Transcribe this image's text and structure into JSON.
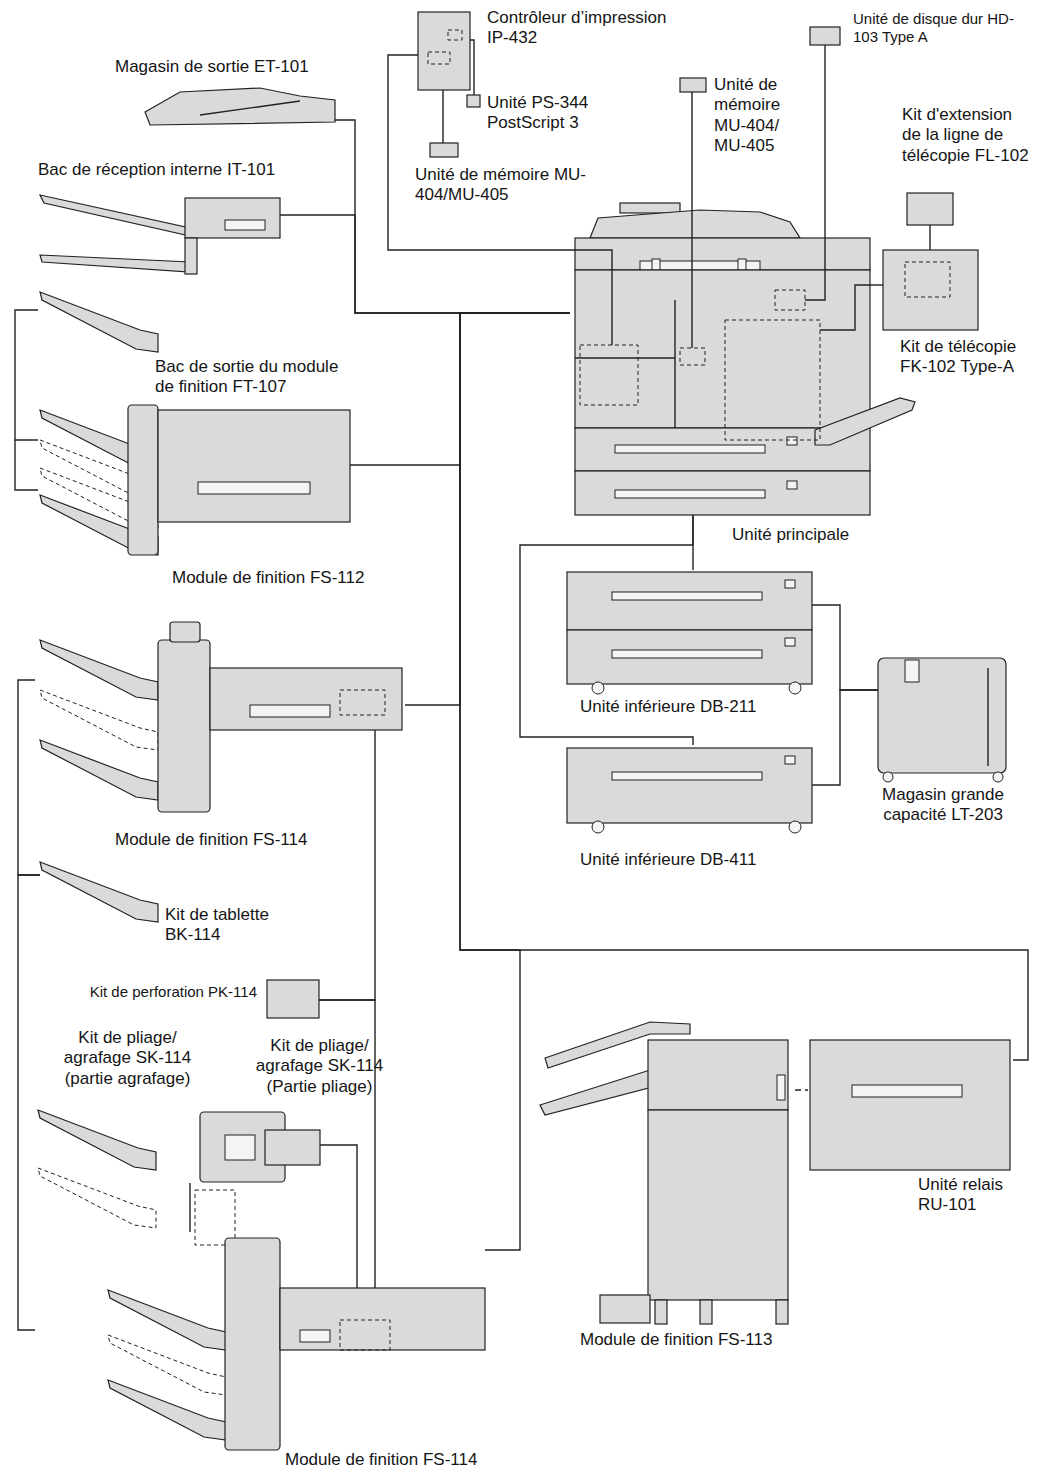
{
  "diagram": {
    "nodes": [
      {
        "text": [
          "Contrôleur d’impression IP-432"
        ]
      },
      {
        "text": [
          "Unité PS-344 PostScript 3"
        ]
      },
      {
        "text": [
          "Unité de mémoire MU-404/MU-405"
        ]
      },
      {
        "text": [
          "Unité de disque dur HD-103 Type A"
        ]
      },
      {
        "text": [
          "Magasin de sortie ET-101"
        ]
      },
      {
        "text": [
          "Unité de mémoire MU-404/ MU-405"
        ]
      },
      {
        "text": [
          "Kit d'extension de la ligne de télécopie FL-102"
        ]
      },
      {
        "text": [
          "Bac de réception interne IT-101"
        ]
      },
      {
        "text": [
          "Kit de télécopie FK-102 Type-A"
        ]
      },
      {
        "text": [
          "Unité principale"
        ]
      },
      {
        "text": [
          "Bac de sortie du module de finition FT-107"
        ]
      },
      {
        "text": [
          "Module de finition FS-112"
        ]
      },
      {
        "text": [
          "Unité inférieure DB-211"
        ]
      },
      {
        "text": [
          "Magasin grande capacité LT-203"
        ]
      },
      {
        "text": [
          "Unité inférieure DB-411"
        ]
      },
      {
        "text": [
          "Module de finition FS-114"
        ]
      },
      {
        "text": [
          "Kit de tablette BK-114"
        ]
      },
      {
        "text": [
          "Kit de perforation PK-114"
        ]
      },
      {
        "text": [
          "Kit de pliage/ agrafage SK-114 (partie agrafage)"
        ]
      },
      {
        "text": [
          "Kit de pliage/ agrafage SK-114 (Partie pliage)"
        ]
      },
      {
        "text": [
          "Unité relais RU-101"
        ]
      },
      {
        "text": [
          "Module de finition FS-113"
        ]
      },
      {
        "text": [
          "Module de finition FS-114"
        ]
      }
    ],
    "edges": [
      {
        "from": 0,
        "to": 9,
        "arrow": "none"
      },
      {
        "from": 1,
        "to": 0,
        "arrow": "none"
      },
      {
        "from": 2,
        "to": 0,
        "arrow": "none"
      },
      {
        "from": 3,
        "to": 9,
        "arrow": "none"
      },
      {
        "from": 4,
        "to": 9,
        "arrow": "none"
      },
      {
        "from": 5,
        "to": 9,
        "arrow": "none"
      },
      {
        "from": 6,
        "to": 8,
        "arrow": "none"
      },
      {
        "from": 7,
        "to": 9,
        "arrow": "none"
      },
      {
        "from": 8,
        "to": 9,
        "arrow": "none"
      },
      {
        "from": 10,
        "to": 11,
        "arrow": "none"
      },
      {
        "from": 11,
        "to": 9,
        "arrow": "none"
      },
      {
        "from": 9,
        "to": 12,
        "arrow": "none"
      },
      {
        "from": 9,
        "to": 14,
        "arrow": "none"
      },
      {
        "from": 13,
        "to": 12,
        "arrow": "none"
      },
      {
        "from": 13,
        "to": 14,
        "arrow": "none"
      },
      {
        "from": 15,
        "to": 9,
        "arrow": "none"
      },
      {
        "from": 16,
        "to": 15,
        "arrow": "none"
      },
      {
        "from": 16,
        "to": 22,
        "arrow": "none"
      },
      {
        "from": 17,
        "to": 15,
        "arrow": "none"
      },
      {
        "from": 17,
        "to": 22,
        "arrow": "none"
      },
      {
        "from": 18,
        "to": 22,
        "arrow": "none"
      },
      {
        "from": 19,
        "to": 22,
        "arrow": "none"
      },
      {
        "from": 22,
        "to": 9,
        "arrow": "none"
      },
      {
        "from": 20,
        "to": 9,
        "arrow": "none"
      },
      {
        "from": 21,
        "to": 20,
        "arrow": "none"
      }
    ]
  }
}
